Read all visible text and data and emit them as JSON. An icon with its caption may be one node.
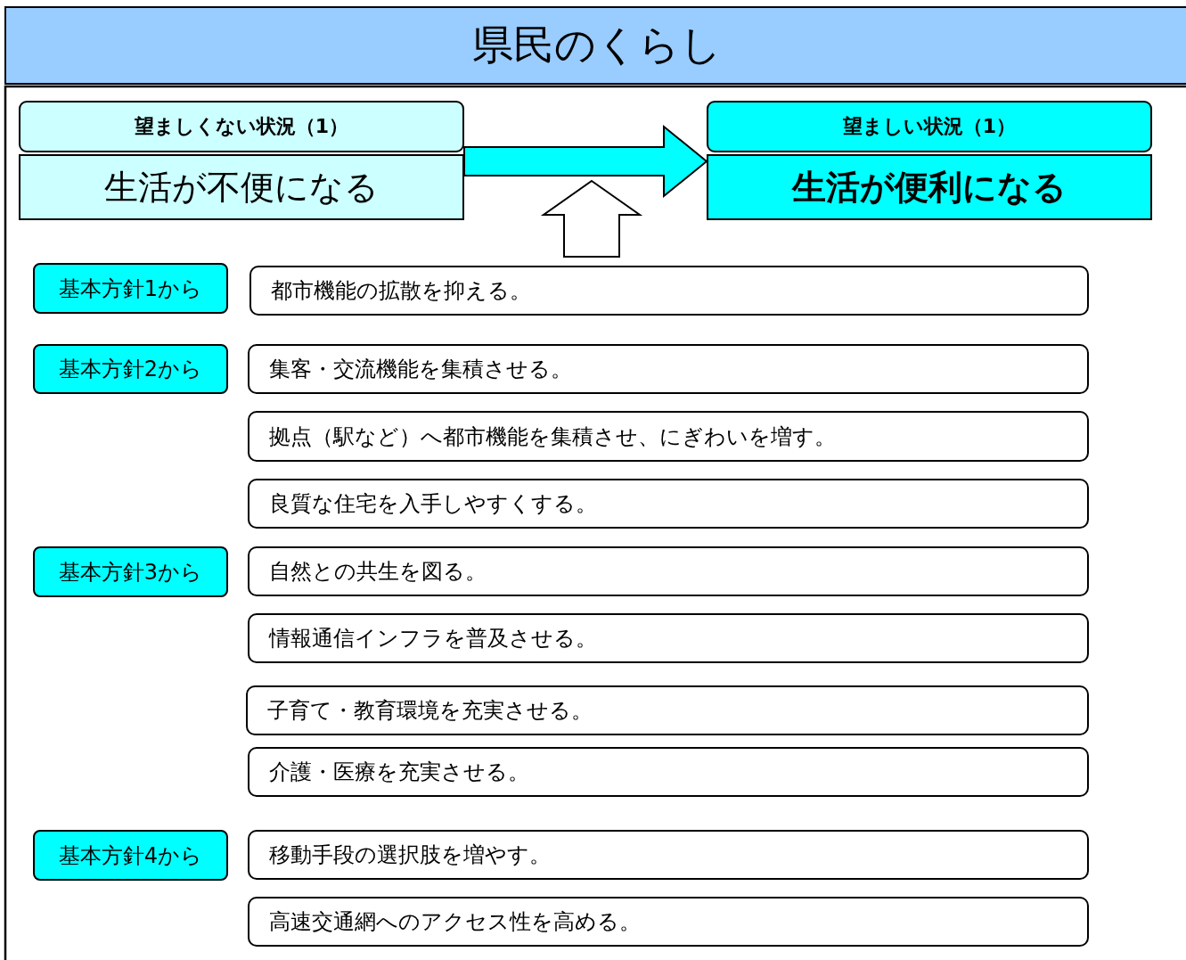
{
  "diagram": {
    "title": "県民のくらし",
    "nodes": [
      {
        "text": [
          "望ましくない状況（1）",
          "生活が不便になる"
        ]
      },
      {
        "text": [
          "望ましい状況（1）",
          "生活が便利になる"
        ]
      },
      {
        "text": [
          "基本方針1から"
        ]
      },
      {
        "text": [
          "都市機能の拡散を抑える。"
        ]
      },
      {
        "text": [
          "基本方針2から"
        ]
      },
      {
        "text": [
          "集客・交流機能を集積させる。"
        ]
      },
      {
        "text": [
          "拠点（駅など）へ都市機能を集積させ、にぎわいを増す。"
        ]
      },
      {
        "text": [
          "良質な住宅を入手しやすくする。"
        ]
      },
      {
        "text": [
          "基本方針3から"
        ]
      },
      {
        "text": [
          "自然との共生を図る。"
        ]
      },
      {
        "text": [
          "情報通信インフラを普及させる。"
        ]
      },
      {
        "text": [
          "子育て・教育環境を充実させる。"
        ]
      },
      {
        "text": [
          "介護・医療を充実させる。"
        ]
      },
      {
        "text": [
          "基本方針4から"
        ]
      },
      {
        "text": [
          "移動手段の選択肢を増やす。"
        ]
      },
      {
        "text": [
          "高速交通網へのアクセス性を高める。"
        ]
      }
    ],
    "edges": [
      {
        "from": 0,
        "to": 1,
        "arrow": "to",
        "style": "thick",
        "color": "#00ffff"
      },
      {
        "from": 3,
        "to": null,
        "arrow": "to",
        "style": "thick"
      }
    ]
  }
}
